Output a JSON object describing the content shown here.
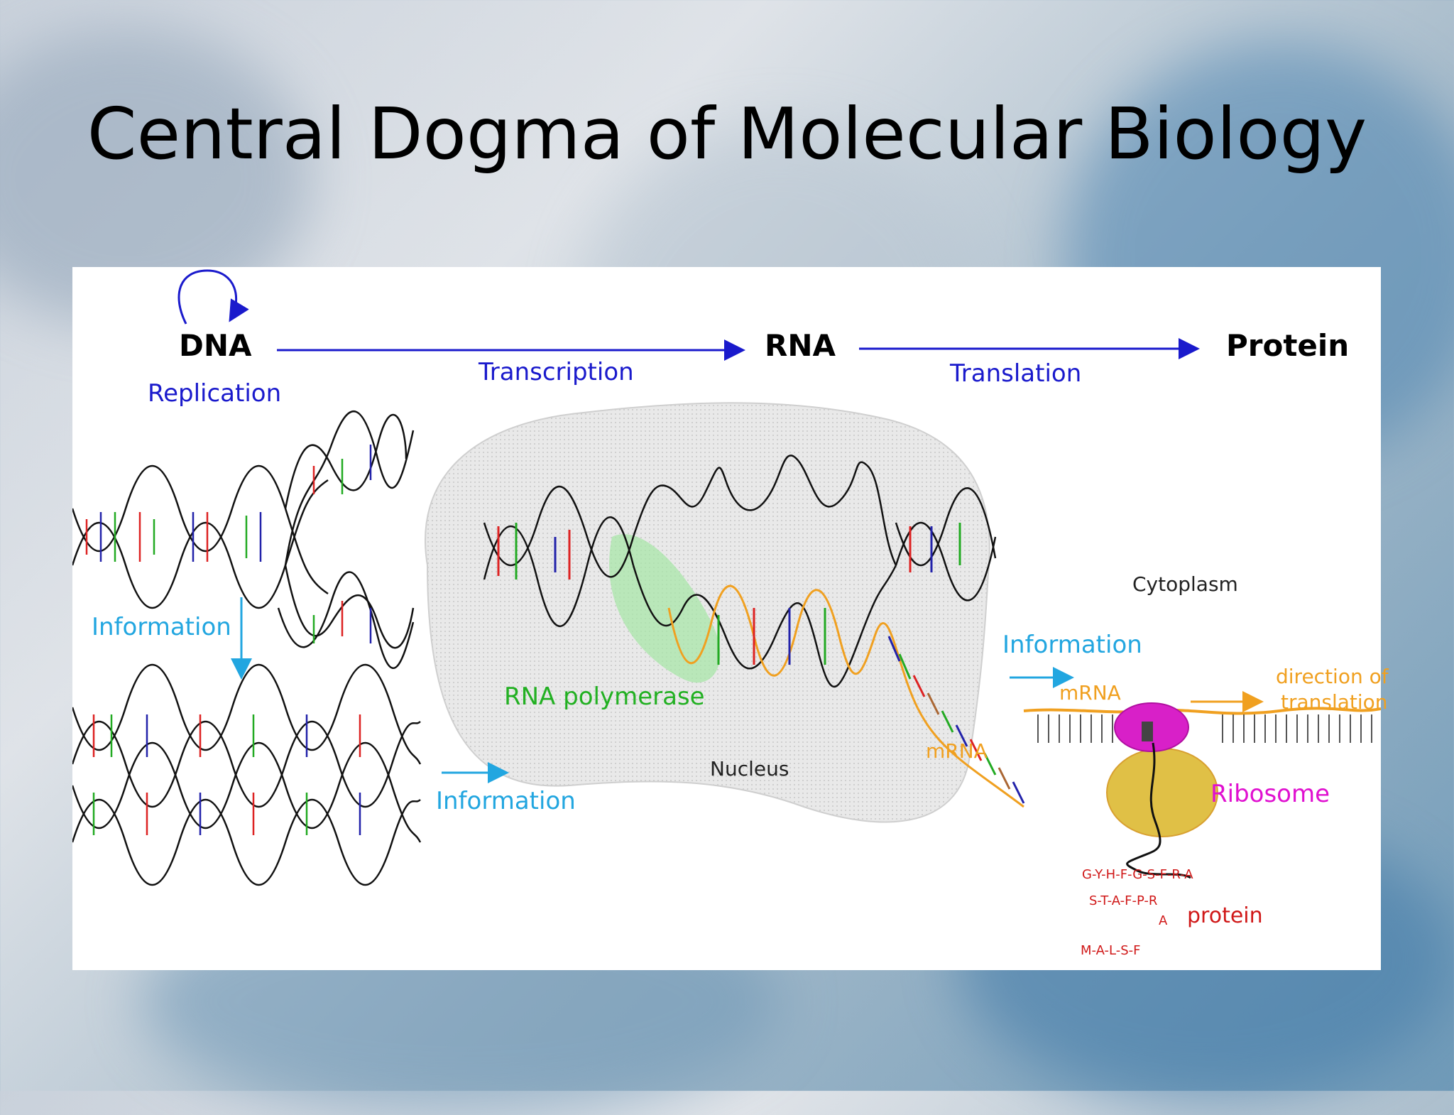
{
  "slide": {
    "title": "Central Dogma of Molecular Biology"
  },
  "diagram": {
    "dna": "DNA",
    "rna": "RNA",
    "protein": "Protein",
    "replication": "Replication",
    "transcription": "Transcription",
    "translation": "Translation",
    "information_1": "Information",
    "information_2": "Information",
    "information_3": "Information",
    "rna_polymerase": "RNA polymerase",
    "nucleus": "Nucleus",
    "mrna_nucleus": "mRNA",
    "cytoplasm": "Cytoplasm",
    "mrna_cytoplasm": "mRNA",
    "direction_line1": "direction of",
    "direction_line2": "translation",
    "ribosome": "Ribosome",
    "protein_label": "protein",
    "amino_row1": "G-Y-H-F-G-S-F-R-A",
    "amino_row2": "S-T-A-F-P-R",
    "amino_row3": "A",
    "amino_row4": "M-A-L-S-F"
  },
  "colors": {
    "arrow_blue": "#1a1acc",
    "info_cyan": "#22a6e0",
    "polymerase_green": "#22b022",
    "mrna_orange": "#f0a020",
    "ribosome_magenta": "#e010d0",
    "protein_red": "#d01818"
  }
}
